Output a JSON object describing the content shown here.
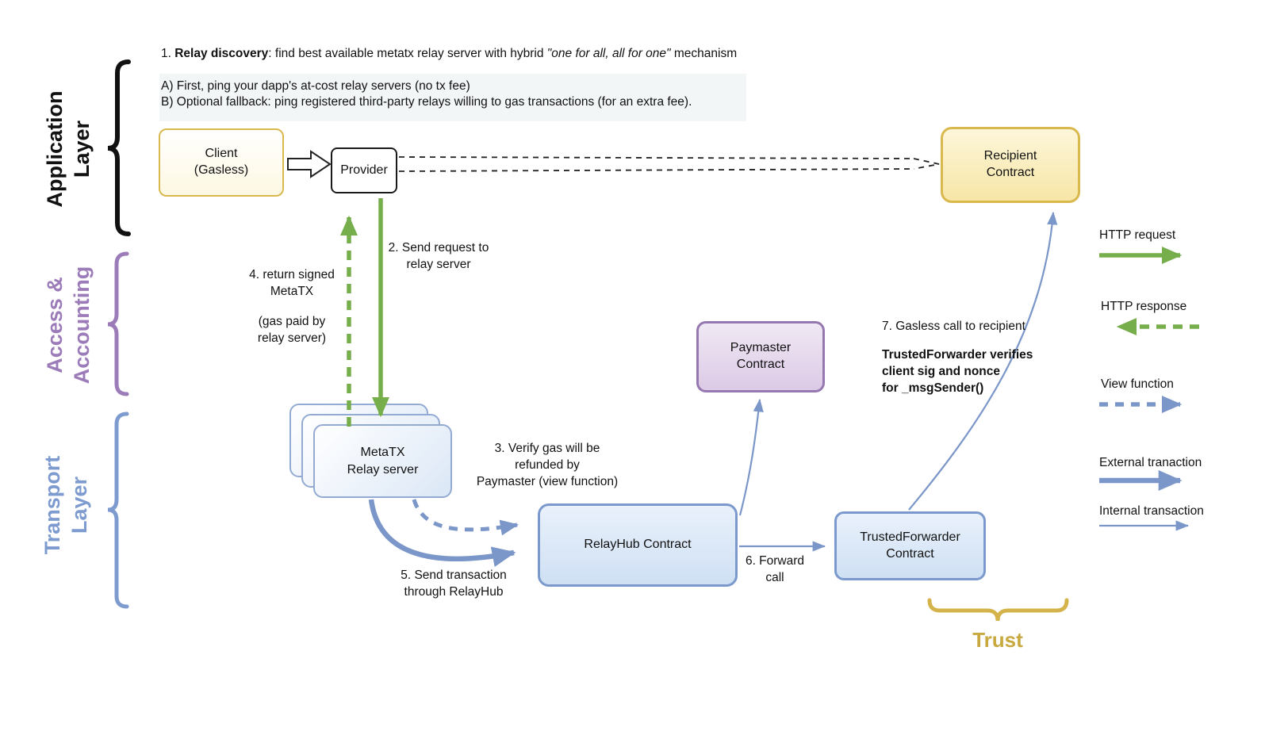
{
  "notes": {
    "step1_num": "1. ",
    "step1_bold": "Relay discovery",
    "step1_rest": ": find best available metatx relay server with hybrid ",
    "step1_italic": "\"one for all, all for one\"",
    "step1_tail": " mechanism",
    "optionA": "A) First, ping your dapp's at-cost relay servers (no tx fee)",
    "optionB": "B) Optional fallback: ping registered third-party relays willing to gas transactions (for an extra fee)."
  },
  "layers": {
    "application": "Application\nLayer",
    "access": "Access &\nAccounting",
    "transport": "Transport\nLayer"
  },
  "nodes": {
    "client": "Client\n(Gasless)",
    "provider": "Provider",
    "recipient": "Recipient\nContract",
    "paymaster": "Paymaster\nContract",
    "relay_server": "MetaTX\nRelay server",
    "relayhub": "RelayHub Contract",
    "trusted_forwarder": "TrustedForwarder\nContract"
  },
  "steps": {
    "step2": "2. Send request to\nrelay server",
    "step3": "3. Verify gas will be\nrefunded by\nPaymaster (view function)",
    "step4a": "4. return signed\nMetaTX",
    "step4b": "(gas paid by\nrelay server)",
    "step5": "5. Send transaction\nthrough RelayHub",
    "step6": "6. Forward\ncall",
    "step7": "7. Gasless call to recipient",
    "step7_bold": "TrustedForwarder verifies\nclient sig and nonce\nfor _msgSender()"
  },
  "legend": {
    "http_request": "HTTP request",
    "http_response": "HTTP response",
    "view_function": "View function",
    "external_transaction": "External tranaction",
    "internal_transaction": "Internal transaction"
  },
  "trust_label": "Trust",
  "colors": {
    "green": "#76ae4c",
    "blue": "#7b96c8",
    "gold": "#d9b94e",
    "purple": "#9678b0",
    "black": "#1a1a1a"
  }
}
